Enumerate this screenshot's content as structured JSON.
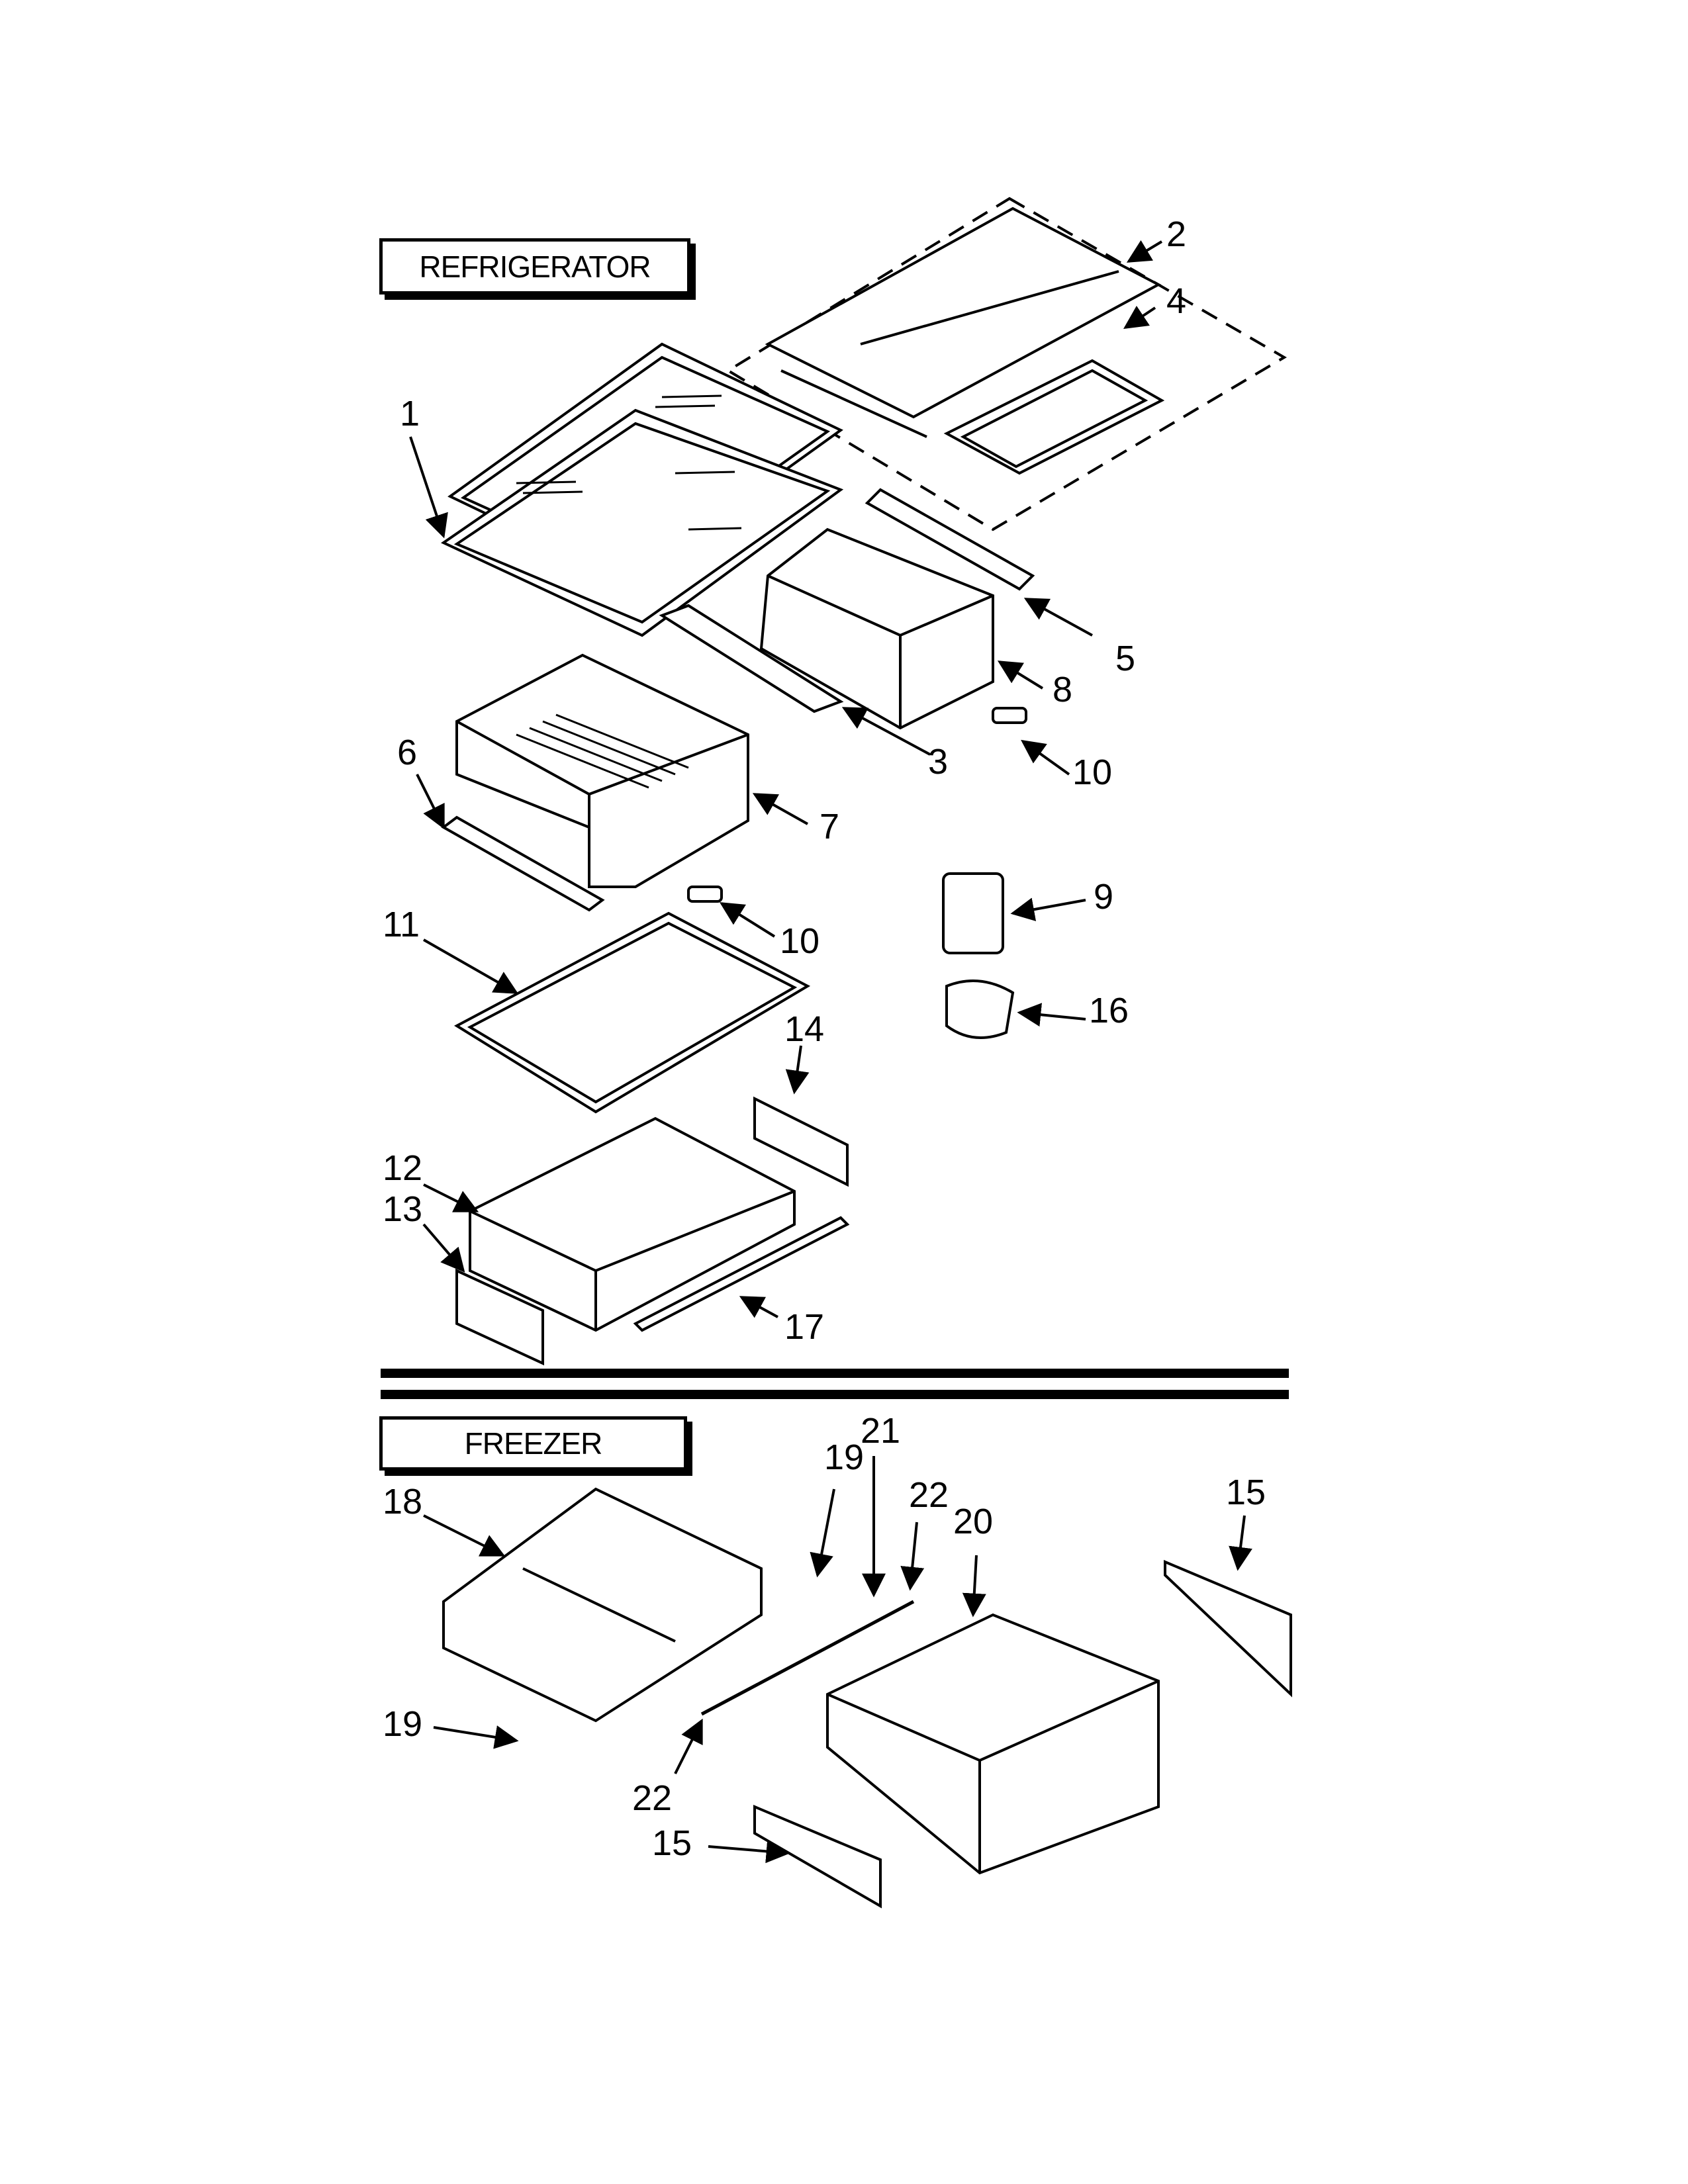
{
  "sections": {
    "refrigerator": "REFRIGERATOR",
    "freezer": "FREEZER"
  },
  "callouts": {
    "c1": "1",
    "c2": "2",
    "c3": "3",
    "c4": "4",
    "c5": "5",
    "c6": "6",
    "c7": "7",
    "c8": "8",
    "c9": "9",
    "c10a": "10",
    "c10b": "10",
    "c11": "11",
    "c12": "12",
    "c13": "13",
    "c14": "14",
    "c15a": "15",
    "c15b": "15",
    "c16": "16",
    "c17": "17",
    "c18": "18",
    "c19a": "19",
    "c19b": "19",
    "c20": "20",
    "c21": "21",
    "c22a": "22",
    "c22b": "22"
  }
}
